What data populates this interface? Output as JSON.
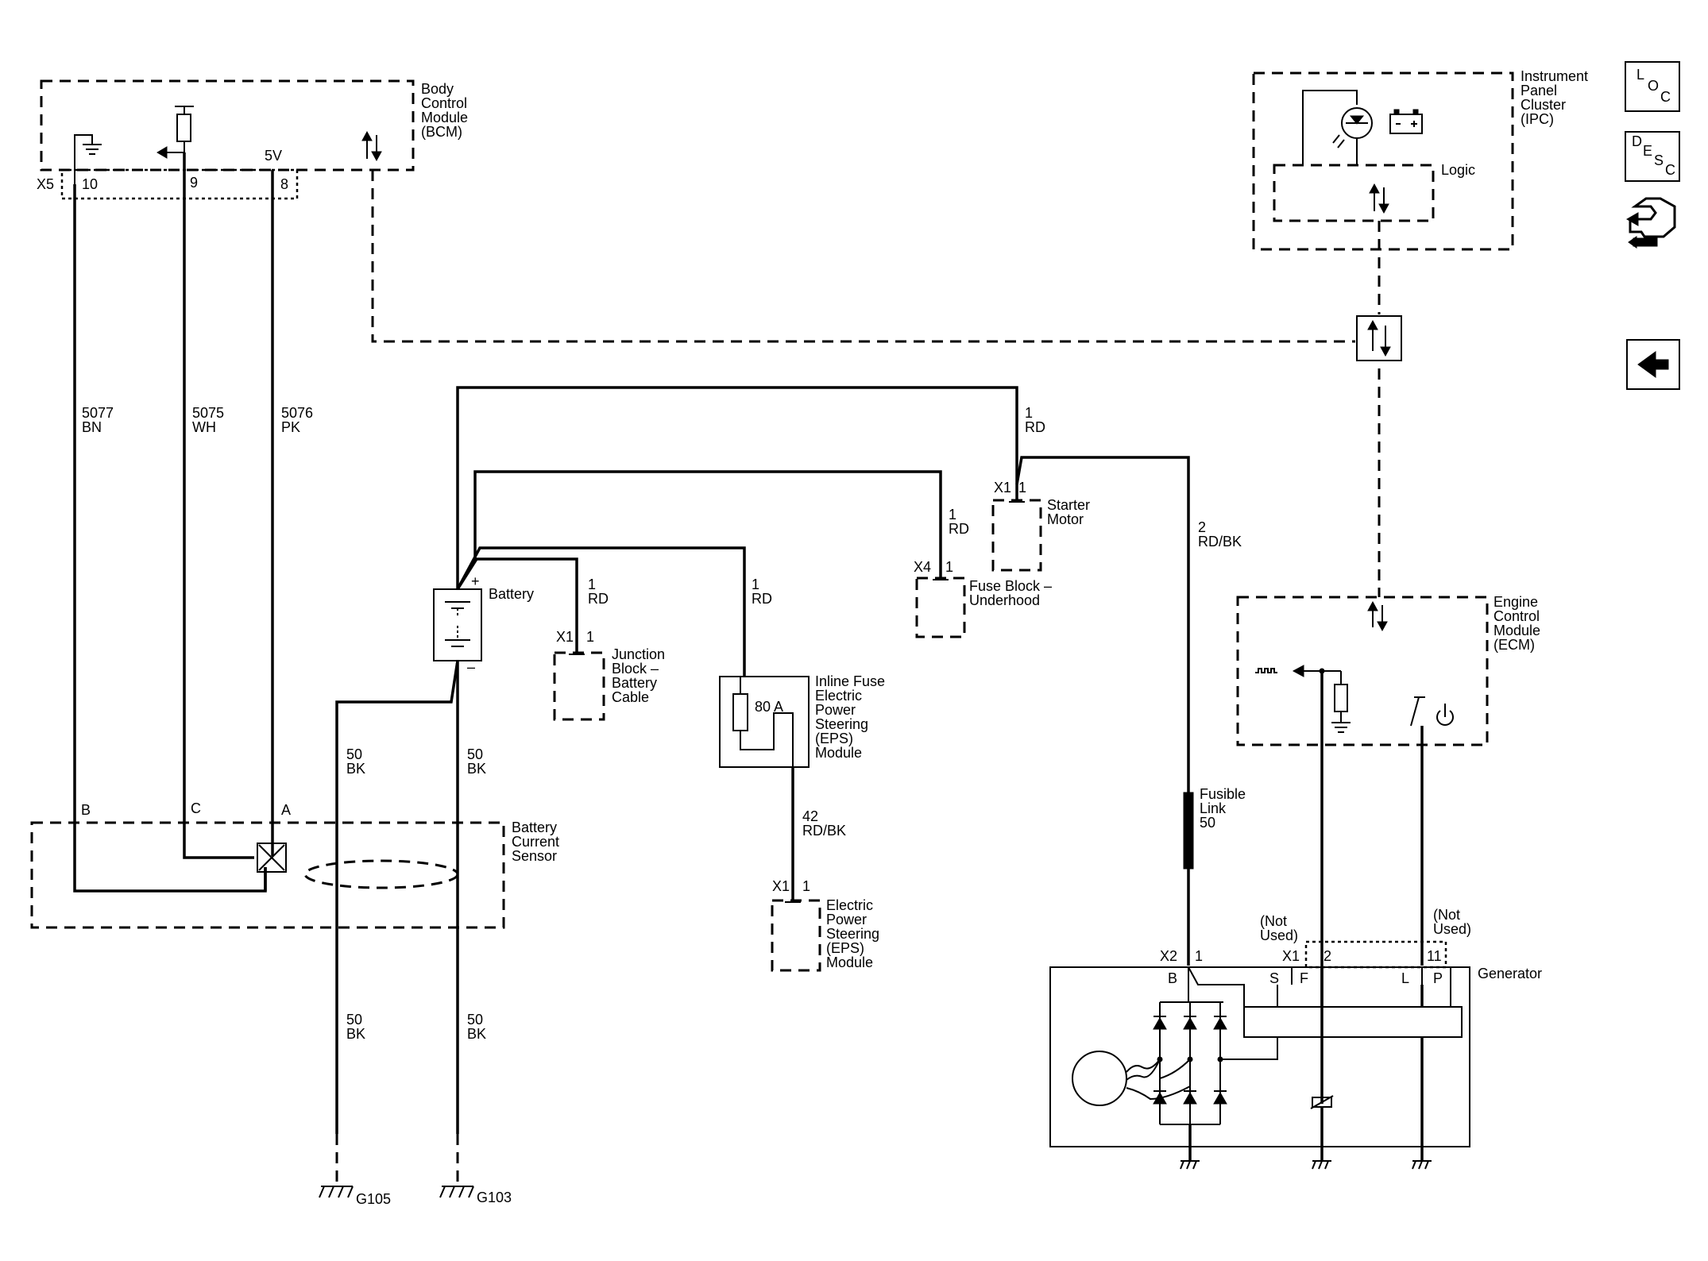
{
  "modules": {
    "bcm": [
      "Body",
      "Control",
      "Module",
      "(BCM)"
    ],
    "ipc": [
      "Instrument",
      "Panel",
      "Cluster",
      "(IPC)"
    ],
    "ipc_logic": "Logic",
    "ecm": [
      "Engine",
      "Control",
      "Module",
      "(ECM)"
    ],
    "battery": "Battery",
    "battery_sensor": [
      "Battery",
      "Current",
      "Sensor"
    ],
    "junction_block": [
      "Junction",
      "Block –",
      "Battery",
      "Cable"
    ],
    "inline_fuse": [
      "Inline Fuse",
      "Electric",
      "Power",
      "Steering",
      "(EPS)",
      "Module"
    ],
    "fuse_rating": "80 A",
    "eps_module": [
      "Electric",
      "Power",
      "Steering",
      "(EPS)",
      "Module"
    ],
    "fuse_block": [
      "Fuse Block –",
      "Underhood"
    ],
    "starter": [
      "Starter",
      "Motor"
    ],
    "fusible_link": [
      "Fusible",
      "Link",
      "50"
    ],
    "generator": "Generator",
    "not_used_1": [
      "(Not",
      "Used)"
    ],
    "not_used_2": [
      "(Not",
      "Used)"
    ]
  },
  "connectors": {
    "bcm_x5": "X5",
    "bcm_pin10": "10",
    "bcm_pin9": "9",
    "bcm_pin8": "8",
    "bcm_5v": "5V",
    "sensor_b": "B",
    "sensor_c": "C",
    "sensor_a": "A",
    "jb_x1": "X1",
    "jb_pin": "1",
    "eps_x1": "X1",
    "eps_pin": "1",
    "fb_x4": "X4",
    "fb_pin": "1",
    "st_x1": "X1",
    "st_pin": "1",
    "gen_x2": "X2",
    "gen_x2_pin": "1",
    "gen_x1": "X1",
    "gen_pin2": "2",
    "gen_pin11": "11",
    "gen_b": "B",
    "gen_s": "S",
    "gen_f": "F",
    "gen_l": "L",
    "gen_p": "P",
    "bat_plus": "+",
    "bat_minus": "–"
  },
  "wires": {
    "w5077": [
      "5077",
      "BN"
    ],
    "w5075": [
      "5075",
      "WH"
    ],
    "w5076": [
      "5076",
      "PK"
    ],
    "w_st": [
      "1",
      "RD"
    ],
    "w_fb": [
      "1",
      "RD"
    ],
    "w_jb": [
      "1",
      "RD"
    ],
    "w_if": [
      "1",
      "RD"
    ],
    "w_gen": [
      "2",
      "RD/BK"
    ],
    "w_eps": [
      "42",
      "RD/BK"
    ],
    "w_neg1": [
      "50",
      "BK"
    ],
    "w_neg2": [
      "50",
      "BK"
    ],
    "w_g105": [
      "50",
      "BK"
    ],
    "w_g103": [
      "50",
      "BK"
    ]
  },
  "grounds": {
    "g105": "G105",
    "g103": "G103"
  },
  "toolbar": {
    "loc": [
      "L",
      "O",
      "C"
    ],
    "desc": [
      "D",
      "E",
      "S",
      "C"
    ]
  }
}
